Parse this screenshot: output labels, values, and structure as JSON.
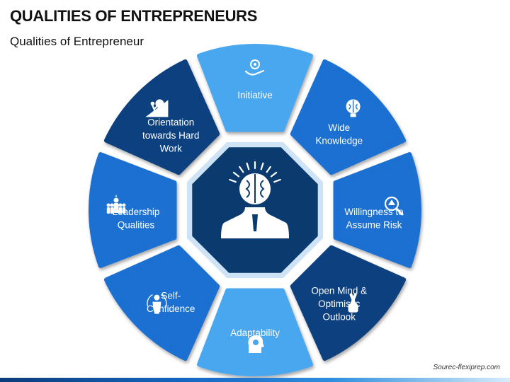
{
  "title": "QUALITIES OF ENTREPRENEURS",
  "subtitle": "Qualities of Entrepreneur",
  "source": "Sourec-flexiprep.com",
  "colors": {
    "dark": "#0d3f7e",
    "mid": "#1a6fd1",
    "light": "#4aa7ef",
    "center": "#0a3a6e",
    "center_border": "#cfe3f6"
  },
  "segments": [
    {
      "lines": [
        "Initiative"
      ],
      "icon": "hand-gears-icon",
      "shade": "light"
    },
    {
      "lines": [
        "Wide",
        "Knowledge"
      ],
      "icon": "brain-bulb-icon",
      "shade": "mid"
    },
    {
      "lines": [
        "Willingness to",
        "Assume Risk"
      ],
      "icon": "risk-magnifier-icon",
      "shade": "mid"
    },
    {
      "lines": [
        "Open Mind &",
        "Optimistic",
        "Outlook"
      ],
      "icon": "crossed-fingers-icon",
      "shade": "dark"
    },
    {
      "lines": [
        "Adaptability"
      ],
      "icon": "head-gear-icon",
      "shade": "light"
    },
    {
      "lines": [
        "Self-",
        "Confidence"
      ],
      "icon": "confident-person-icon",
      "shade": "mid"
    },
    {
      "lines": [
        "Leadership",
        "Qualities"
      ],
      "icon": "leader-group-icon",
      "shade": "mid"
    },
    {
      "lines": [
        "Orientation",
        "towards Hard",
        "Work"
      ],
      "icon": "pushing-boulder-icon",
      "shade": "dark"
    }
  ],
  "center_icon": "brain-head-person-icon"
}
